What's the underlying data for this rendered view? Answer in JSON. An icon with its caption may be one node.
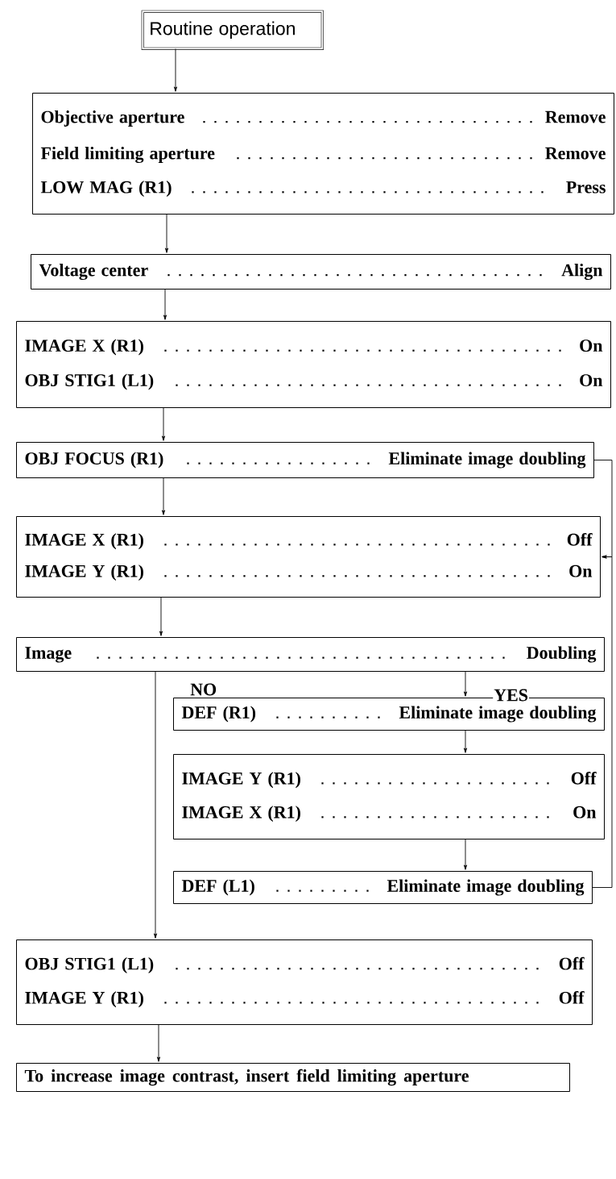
{
  "diagram": {
    "nodes": [
      {
        "text": [
          "Routine operation"
        ]
      },
      {
        "text": [
          "Objective aperture",
          "Remove",
          "Field limiting aperture",
          "Remove",
          "LOW MAG (R1)",
          "Press"
        ]
      },
      {
        "text": [
          "Voltage center",
          "Align"
        ]
      },
      {
        "text": [
          "IMAGE X (R1)",
          "On",
          "OBJ STIG1 (L1)",
          "On"
        ]
      },
      {
        "text": [
          "OBJ FOCUS (R1)",
          "Eliminate image doubling"
        ]
      },
      {
        "text": [
          "IMAGE X (R1)",
          "Off",
          "IMAGE Y (R1)",
          "On"
        ]
      },
      {
        "text": [
          "Image",
          "Doubling"
        ]
      },
      {
        "text": [
          "DEF (R1)",
          "Eliminate image doubling"
        ]
      },
      {
        "text": [
          "IMAGE Y (R1)",
          "Off",
          "IMAGE X (R1)",
          "On"
        ]
      },
      {
        "text": [
          "DEF (L1)",
          "Eliminate image doubling"
        ]
      },
      {
        "text": [
          "OBJ STIG1 (L1)",
          "Off",
          "IMAGE Y (R1)",
          "Off"
        ]
      },
      {
        "text": [
          "To increase image contrast, insert field limiting aperture"
        ]
      }
    ],
    "edges": [
      {
        "from": 0,
        "to": 1,
        "arrow": "to"
      },
      {
        "from": 1,
        "to": 2,
        "arrow": "to"
      },
      {
        "from": 2,
        "to": 3,
        "arrow": "to"
      },
      {
        "from": 3,
        "to": 4,
        "arrow": "to"
      },
      {
        "from": 4,
        "to": 5,
        "arrow": "to"
      },
      {
        "from": 5,
        "to": 6,
        "arrow": "to"
      },
      {
        "from": 6,
        "to": 10,
        "arrow": "to",
        "label": "NO"
      },
      {
        "from": 6,
        "to": 7,
        "arrow": "to",
        "label": "YES"
      },
      {
        "from": 7,
        "to": 8,
        "arrow": "to"
      },
      {
        "from": 8,
        "to": 9,
        "arrow": "to"
      },
      {
        "from": 9,
        "to": 5,
        "arrow": "to"
      },
      {
        "from": 4,
        "to": 5,
        "arrow": "to"
      },
      {
        "from": 10,
        "to": 11,
        "arrow": "to"
      }
    ]
  }
}
